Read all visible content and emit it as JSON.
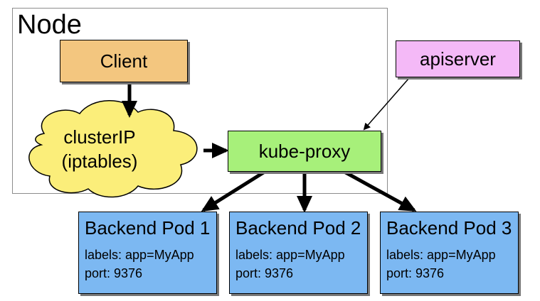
{
  "node": {
    "title": "Node"
  },
  "client": {
    "label": "Client"
  },
  "apiserver": {
    "label": "apiserver"
  },
  "cluster_ip": {
    "line1": "clusterIP",
    "line2": "(iptables)"
  },
  "kube_proxy": {
    "label": "kube-proxy"
  },
  "pods": [
    {
      "title": "Backend Pod 1",
      "labels": "labels: app=MyApp",
      "port": "port: 9376"
    },
    {
      "title": "Backend Pod 2",
      "labels": "labels: app=MyApp",
      "port": "port: 9376"
    },
    {
      "title": "Backend Pod 3",
      "labels": "labels: app=MyApp",
      "port": "port: 9376"
    }
  ],
  "colors": {
    "client": "#f3c67f",
    "apiserver": "#f4b9f7",
    "cluster_ip": "#fbee7a",
    "kube_proxy": "#a7f07a",
    "pod": "#7cb8f2"
  }
}
